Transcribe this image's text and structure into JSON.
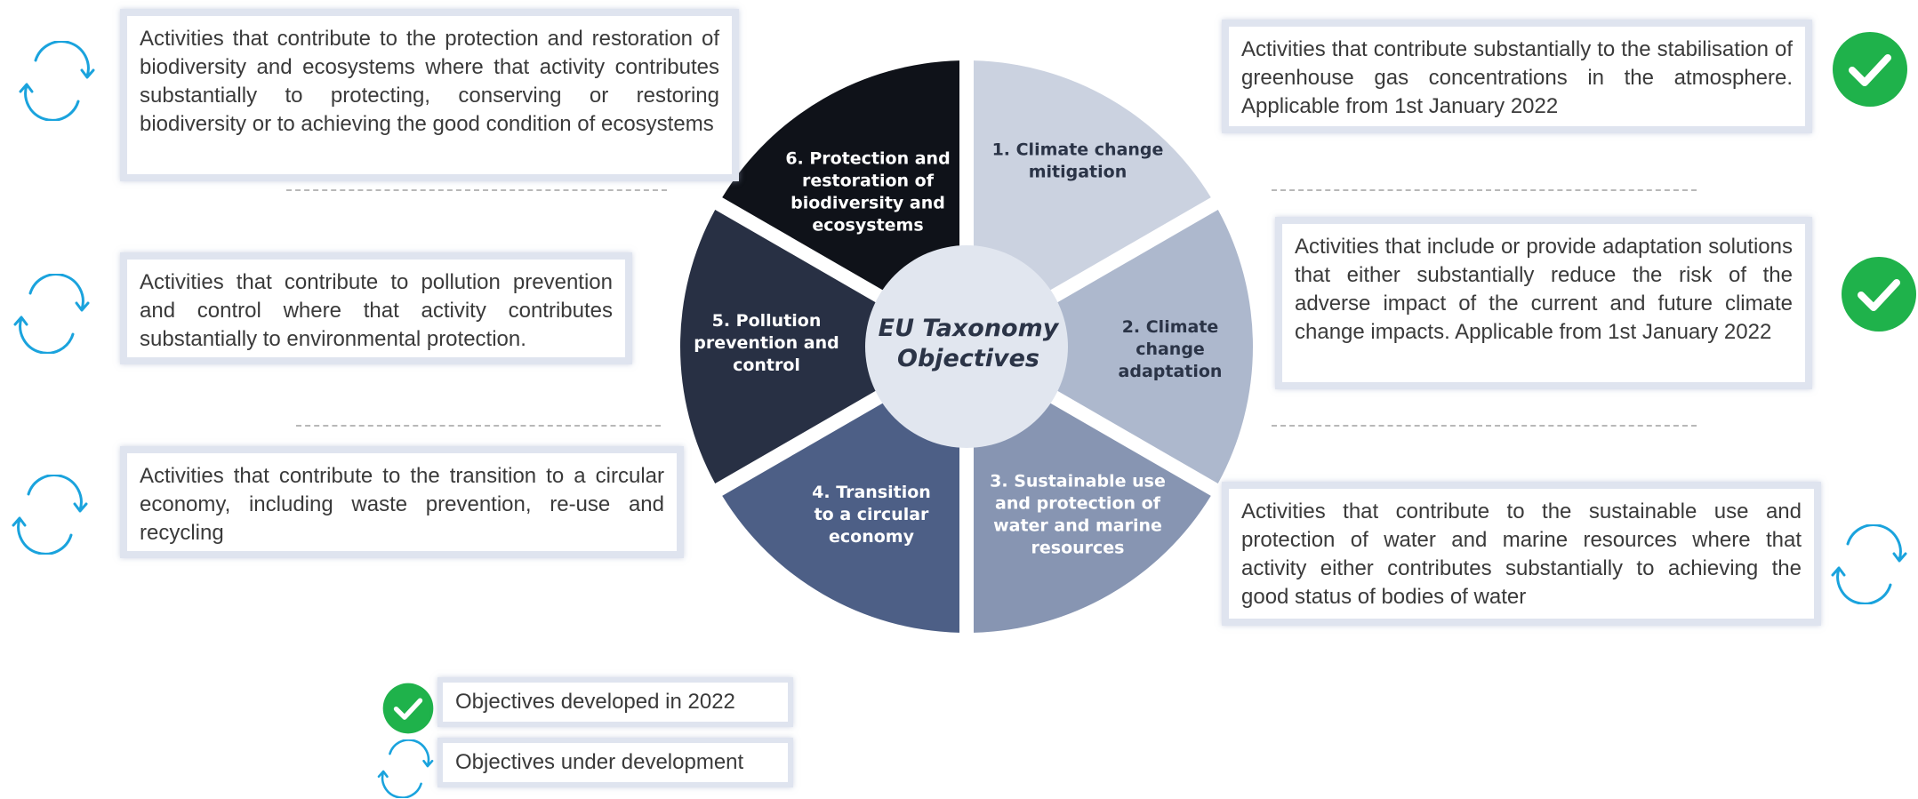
{
  "wheel": {
    "center_line1": "EU Taxonomy",
    "center_line2": "Objectives",
    "segments": [
      {
        "id": "climate-change-mitigation",
        "lines": [
          "1. Climate change",
          "mitigation"
        ],
        "color": "#cbd2e0",
        "text_color": "#2b3447"
      },
      {
        "id": "climate-change-adaptation",
        "lines": [
          "2. Climate",
          "change",
          "adaptation"
        ],
        "color": "#adb8cd",
        "text_color": "#2b3447"
      },
      {
        "id": "water-marine-resources",
        "lines": [
          "3. Sustainable use",
          "and protection of",
          "water and marine",
          "resources"
        ],
        "color": "#8795b2",
        "text_color": "#ffffff"
      },
      {
        "id": "circular-economy",
        "lines": [
          "4. Transition",
          "to a circular",
          "economy"
        ],
        "color": "#4d5f86",
        "text_color": "#ffffff"
      },
      {
        "id": "pollution-prevention",
        "lines": [
          "5. Pollution",
          "prevention and",
          "control"
        ],
        "color": "#283044",
        "text_color": "#ffffff"
      },
      {
        "id": "biodiversity-ecosystems",
        "lines": [
          "6. Protection and",
          "restoration of",
          "biodiversity and",
          "ecosystems"
        ],
        "color": "#0f1219",
        "text_color": "#ffffff"
      }
    ]
  },
  "descriptions": {
    "biodiversity": "Activities that contribute to the protection and restoration of biodiversity and ecosystems where that activity contributes substantially to protecting, conserving or restoring biodiversity or to achieving the good condition of ecosystems",
    "pollution": "Activities that contribute to pollution prevention and control where that activity contributes substantially to environmental protection.",
    "circular": "Activities that contribute to the transition to a circular economy, including waste prevention, re-use and recycling",
    "mitigation": "Activities that contribute substantially to the stabilisation of greenhouse gas concentrations in the atmosphere.  Applicable from 1st January 2022",
    "adaptation": "Activities that include or provide adaptation solutions that either substantially reduce the risk of the adverse impact of the current and future climate change impacts. Applicable from 1st January 2022",
    "water": "Activities that contribute to the sustainable use and protection of water and marine resources where that activity either contributes substantially to achieving the good status of bodies of water"
  },
  "legend": {
    "developed": "Objectives developed in 2022",
    "under_development": "Objectives under development"
  },
  "colors": {
    "check_green": "#1fb24b",
    "cycle_blue": "#1aa3dd",
    "box_border": "#dfe4ef",
    "center_circle": "#e1e6ef"
  },
  "icons": {
    "check": "check-circle-icon",
    "cycle": "refresh-cycle-icon"
  }
}
